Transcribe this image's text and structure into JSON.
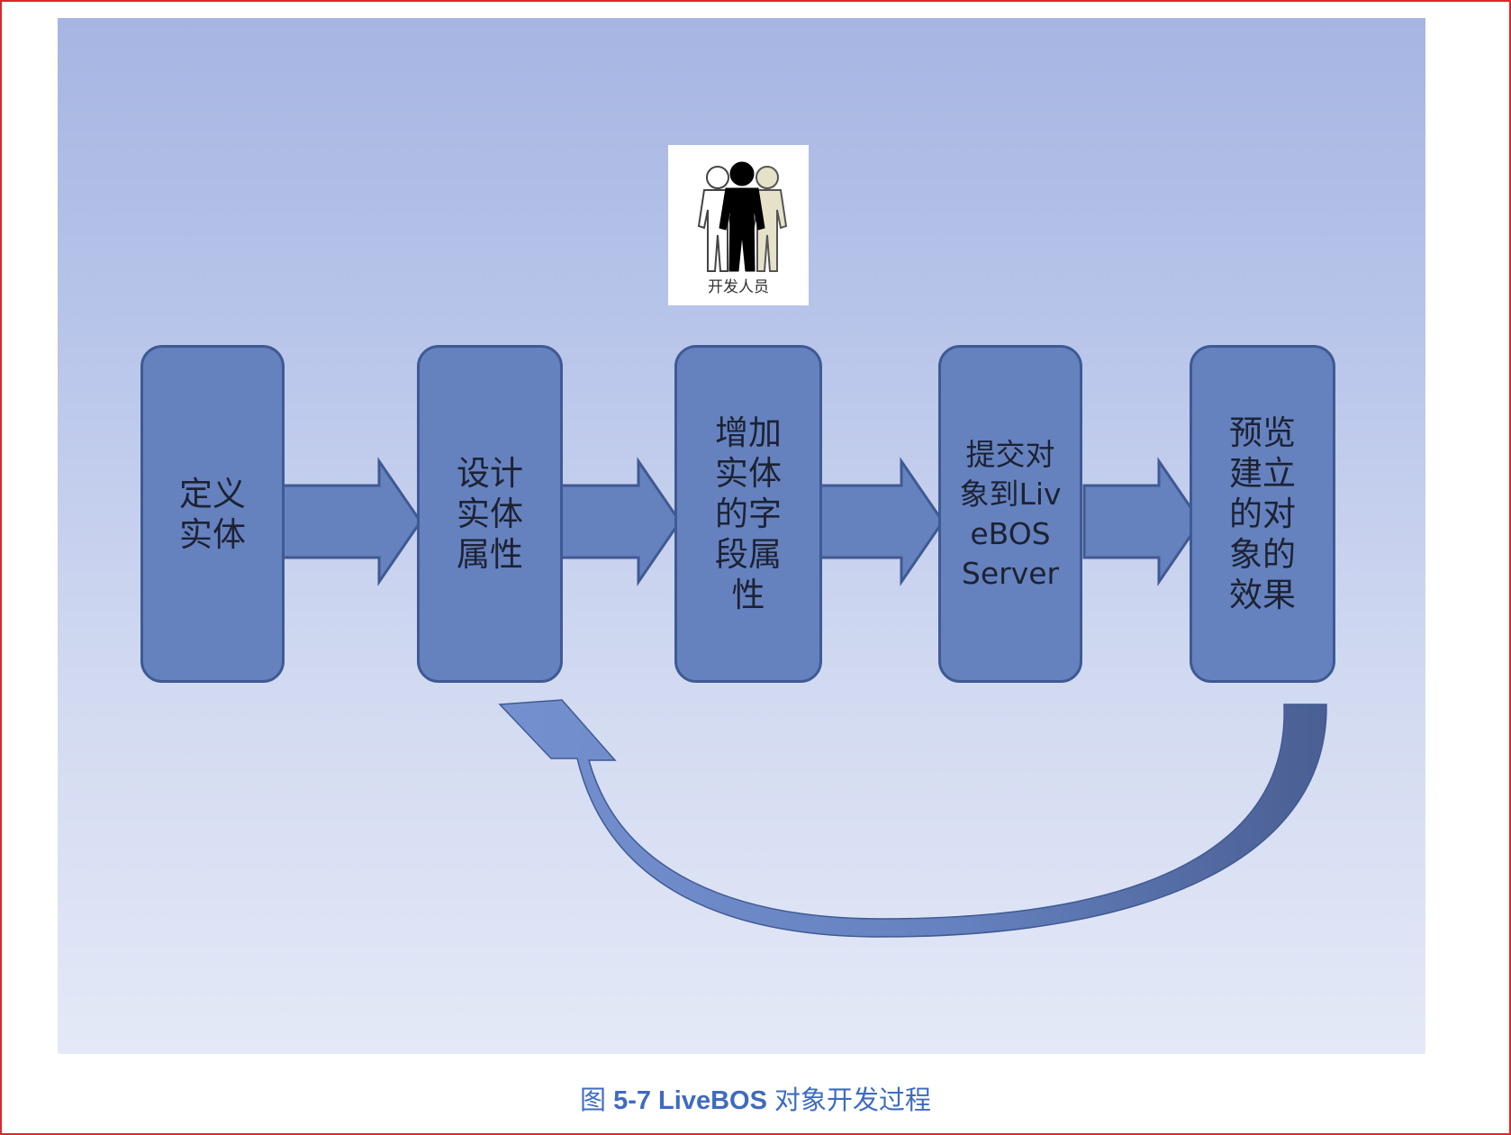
{
  "figure": {
    "developer_label": "开发人员",
    "icon": "developers-group-icon"
  },
  "steps": [
    {
      "label": "定义实体"
    },
    {
      "label": "设计实体属性"
    },
    {
      "label": "增加实体的字段属性"
    },
    {
      "label": "提交对象到LiveBOS Server"
    },
    {
      "label": "预览建立的对象的效果"
    }
  ],
  "caption": {
    "prefix": "图",
    "number": "5-7 LiveBOS",
    "title": "对象开发过程"
  },
  "colors": {
    "box_fill": "#6582bf",
    "box_border": "#3f5a93",
    "caption_text": "#3f6bbf",
    "frame_border": "#e0262c"
  }
}
